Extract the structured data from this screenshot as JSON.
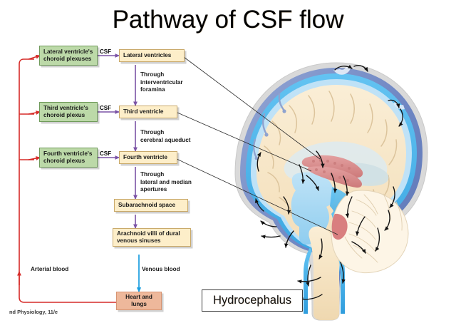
{
  "slide": {
    "title": "Pathway of CSF flow",
    "credit": "nd Physiology, 11/e",
    "callout": "Hydrocephalus",
    "colors": {
      "choroid_box_fill": "#bcd9a8",
      "choroid_box_border": "#6f9a5a",
      "ventricle_box_fill": "#fdeec9",
      "ventricle_box_border": "#c9a96a",
      "heart_box_fill": "#eeb89b",
      "csf_arrow": "#7b53a5",
      "arterial_arrow": "#d62b28",
      "venous_arrow": "#1a9ee0",
      "brain_tissue": "#f4e3c4",
      "csf_space": "#39a9e8",
      "dura_sinus": "#6f86c4",
      "choroid_plexus": "#d98b8b"
    }
  },
  "flowchart": {
    "boxes": [
      {
        "id": "lateral-choroid",
        "label": "Lateral ventricle's\nchoroid plexuses",
        "type": "green"
      },
      {
        "id": "third-choroid",
        "label": "Third ventricle's\nchoroid plexus",
        "type": "green"
      },
      {
        "id": "fourth-choroid",
        "label": "Fourth ventricle's\nchoroid plexus",
        "type": "green"
      },
      {
        "id": "lateral-ventricles",
        "label": "Lateral ventricles",
        "type": "cream"
      },
      {
        "id": "third-ventricle",
        "label": "Third ventricle",
        "type": "cream"
      },
      {
        "id": "fourth-ventricle",
        "label": "Fourth ventricle",
        "type": "cream"
      },
      {
        "id": "subarachnoid-space",
        "label": "Subarachnoid space",
        "type": "cream"
      },
      {
        "id": "arachnoid-villi",
        "label": "Arachnoid villi of dural\nvenous sinuses",
        "type": "cream"
      },
      {
        "id": "heart-lungs",
        "label": "Heart and\nlungs",
        "type": "salmon"
      }
    ],
    "csf_labels": [
      "CSF",
      "CSF",
      "CSF"
    ],
    "step_labels": [
      "Through\ninterventricular\nforamina",
      "Through\ncerebral aqueduct",
      "Through\nlateral and median\napertures"
    ],
    "arterial_label": "Arterial blood",
    "venous_label": "Venous blood"
  }
}
